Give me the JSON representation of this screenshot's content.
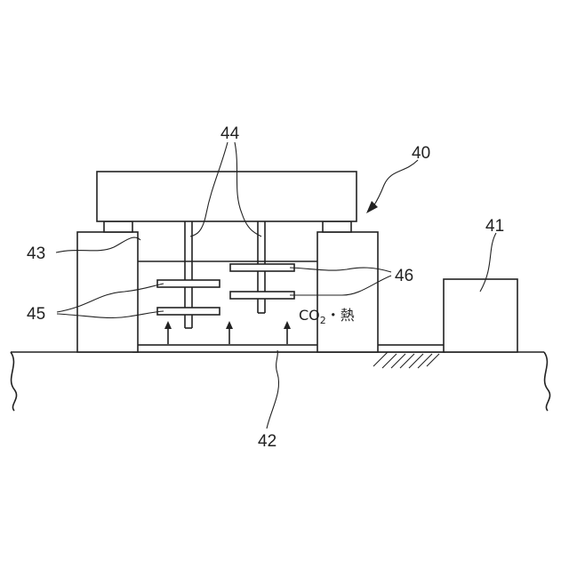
{
  "labels": {
    "ref_40": "40",
    "ref_41": "41",
    "ref_42": "42",
    "ref_43": "43",
    "ref_44": "44",
    "ref_45": "45",
    "ref_46": "46"
  },
  "annotation": {
    "co2_main": "CO",
    "co2_sub": "2",
    "heat": "・熱"
  },
  "colors": {
    "line": "#222222",
    "background": "#ffffff"
  }
}
